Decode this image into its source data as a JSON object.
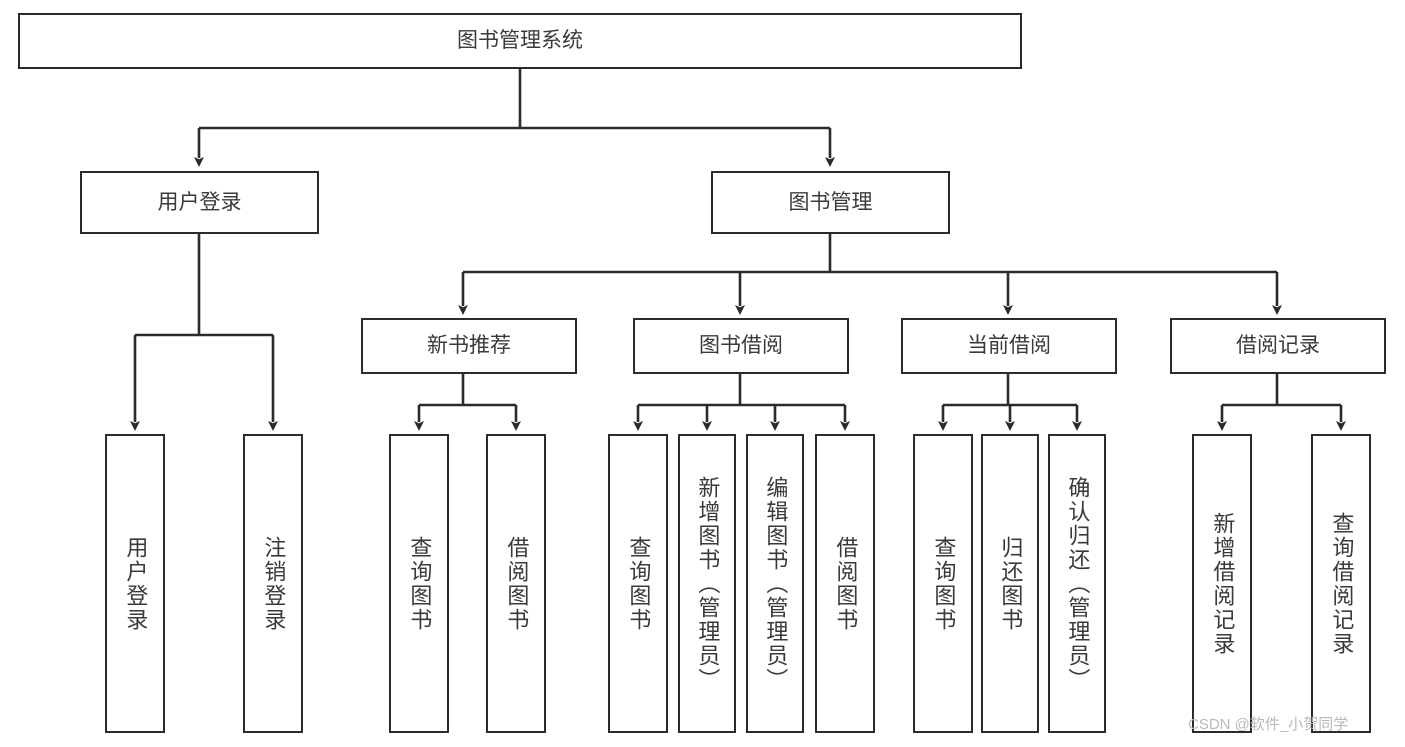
{
  "diagram": {
    "title": "图书管理系统",
    "type": "tree-hierarchy",
    "watermark": "CSDN @软件_小贺同学",
    "colors": {
      "stroke": "#2b2b2b",
      "text": "#3a3a3a",
      "background": "#ffffff",
      "watermark": "#b9b9b9"
    },
    "nodes": {
      "root": {
        "label": "图书管理系统"
      },
      "level2": [
        {
          "label": "用户登录"
        },
        {
          "label": "图书管理"
        }
      ],
      "level3": [
        {
          "label": "新书推荐"
        },
        {
          "label": "图书借阅"
        },
        {
          "label": "当前借阅"
        },
        {
          "label": "借阅记录"
        }
      ],
      "leaves": {
        "user_login": [
          {
            "label": "用户登录"
          },
          {
            "label": "注销登录"
          }
        ],
        "new_book_recommend": [
          {
            "label": "查询图书"
          },
          {
            "label": "借阅图书"
          }
        ],
        "book_borrow": [
          {
            "label": "查询图书"
          },
          {
            "label": "新增图书（管理员）"
          },
          {
            "label": "编辑图书（管理员）"
          },
          {
            "label": "借阅图书"
          }
        ],
        "current_borrow": [
          {
            "label": "查询图书"
          },
          {
            "label": "归还图书"
          },
          {
            "label": "确认归还（管理员）"
          }
        ],
        "borrow_record": [
          {
            "label": "新增借阅记录"
          },
          {
            "label": "查询借阅记录"
          }
        ]
      }
    }
  }
}
